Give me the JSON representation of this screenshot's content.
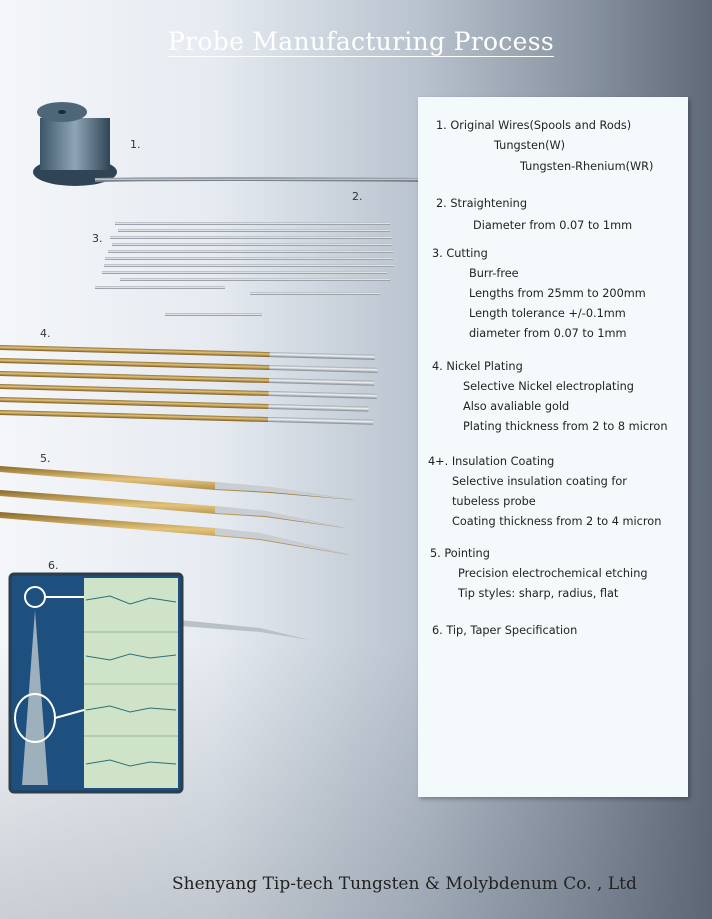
{
  "title": "Probe Manufacturing Process",
  "step_labels": [
    "1.",
    "2.",
    "3.",
    "4.",
    "5.",
    "6."
  ],
  "panel": {
    "s1": {
      "heading": "1. Original Wires(Spools and Rods)",
      "lines": [
        "Tungsten(W)",
        "Tungsten-Rhenium(WR)"
      ]
    },
    "s2": {
      "heading": "2. Straightening",
      "lines": [
        "Diameter from 0.07 to 1mm"
      ]
    },
    "s3": {
      "heading": "3. Cutting",
      "lines": [
        "Burr-free",
        "Lengths from 25mm to 200mm",
        "Length tolerance +/-0.1mm",
        "diameter from 0.07 to 1mm"
      ]
    },
    "s4": {
      "heading": "4. Nickel Plating",
      "lines": [
        "Selective Nickel electroplating",
        "Also avaliable gold",
        "Plating thickness from 2 to 8 micron"
      ]
    },
    "s4p": {
      "heading": "4+. Insulation Coating",
      "lines": [
        "Selective insulation coating for",
        "tubeless probe",
        "Coating thickness from 2 to 4 micron"
      ]
    },
    "s5": {
      "heading": "5. Pointing",
      "lines": [
        "Precision electrochemical etching",
        "Tip styles: sharp, radius, flat"
      ]
    },
    "s6": {
      "heading": "6. Tip, Taper Specification"
    }
  },
  "footer": "Shenyang Tip-tech Tungsten & Molybdenum Co. ,  Ltd"
}
